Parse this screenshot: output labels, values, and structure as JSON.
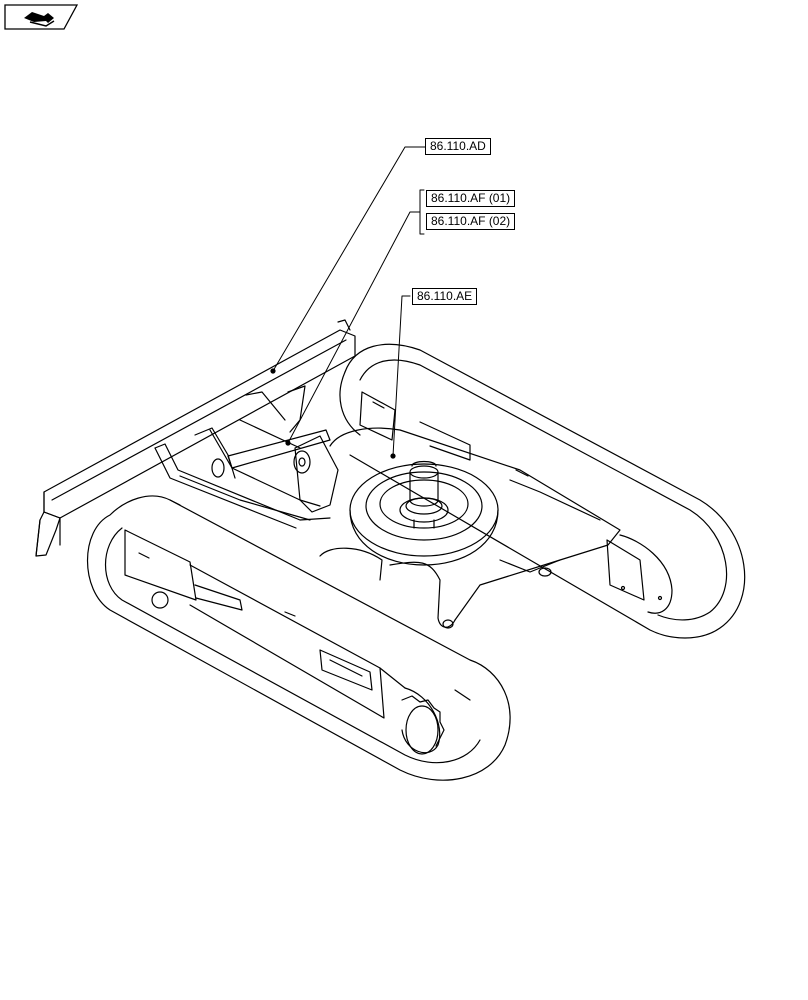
{
  "nav": {
    "icon": "book-page-arrow-icon"
  },
  "callouts": {
    "ad": "86.110.AD",
    "af01": "86.110.AF (01)",
    "af02": "86.110.AF (02)",
    "ae": "86.110.AE"
  },
  "colors": {
    "line": "#000000",
    "background": "#ffffff"
  }
}
